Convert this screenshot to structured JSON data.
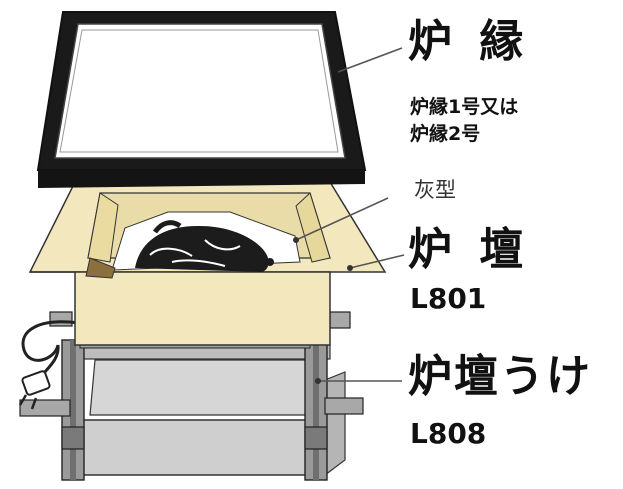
{
  "parts": {
    "robuchi": {
      "title": "炉 縁",
      "line1": "炉縁1号又は",
      "line2": "炉縁2号"
    },
    "haigata": {
      "title": "灰型"
    },
    "rodan": {
      "title": "炉 壇",
      "code": "L801"
    },
    "rodan_uke": {
      "title": "炉壇うけ",
      "code": "L808"
    }
  },
  "colors": {
    "frame": "#1a1a1a",
    "frame_inner": "#ffffff",
    "box": "#f0e5b8",
    "box_edge": "#333333",
    "stand": "#d4d4d4",
    "stand_dark": "#8a8a8a",
    "ash": "#1c1c1c",
    "leader": "#555555"
  }
}
